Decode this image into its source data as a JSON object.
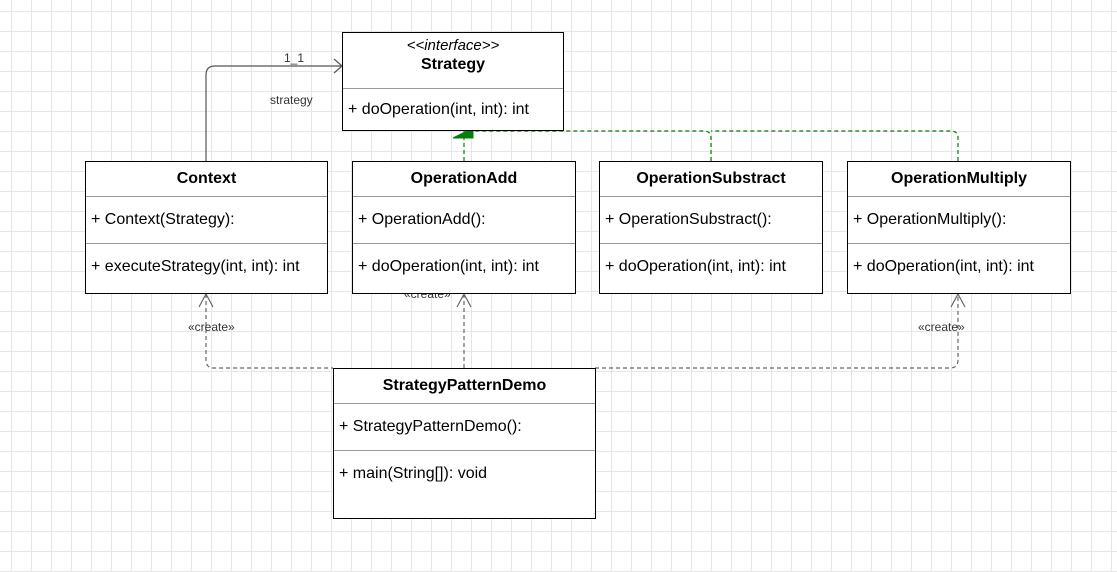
{
  "strategy": {
    "stereotype": "<<interface>>",
    "name": "Strategy",
    "operations": [
      "+ doOperation(int, int): int"
    ]
  },
  "context": {
    "name": "Context",
    "constructor": "+ Context(Strategy):",
    "operations": [
      "+ executeStrategy(int, int): int"
    ]
  },
  "add": {
    "name": "OperationAdd",
    "constructor": "+ OperationAdd():",
    "operations": [
      "+ doOperation(int, int): int"
    ]
  },
  "substract": {
    "name": "OperationSubstract",
    "constructor": "+ OperationSubstract():",
    "operations": [
      "+ doOperation(int, int): int"
    ]
  },
  "multiply": {
    "name": "OperationMultiply",
    "constructor": "+ OperationMultiply():",
    "operations": [
      "+ doOperation(int, int): int"
    ]
  },
  "demo": {
    "name": "StrategyPatternDemo",
    "constructor": "+ StrategyPatternDemo():",
    "operations": [
      "+ main(String[]): void"
    ]
  },
  "labels": {
    "multiplicity": "1_1",
    "role": "strategy",
    "create_context": "«create»",
    "create_add": "«create»",
    "create_multiply": "«create»"
  },
  "colors": {
    "realization": "#008000",
    "association": "#555555",
    "dependency": "#666666"
  }
}
